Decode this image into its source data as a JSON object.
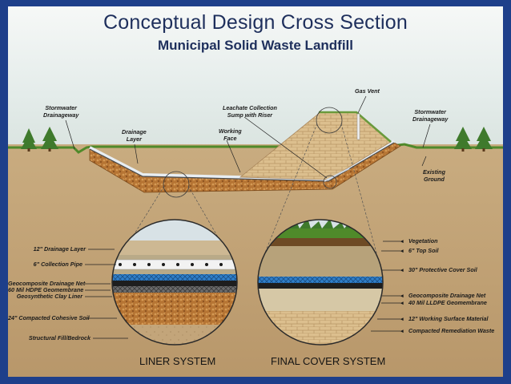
{
  "title": "Conceptual Design Cross Section",
  "subtitle": "Municipal Solid Waste Landfill",
  "top_labels": {
    "stormwater_left": "Stormwater\nDrainageway",
    "drainage_layer": "Drainage\nLayer",
    "leachate": "Leachate Collection\nSump with Riser",
    "working_face": "Working\nFace",
    "gas_vent": "Gas Vent",
    "stormwater_right": "Stormwater\nDrainageway",
    "existing_ground": "Existing\nGround"
  },
  "liner_system": {
    "caption": "LINER SYSTEM",
    "layers": [
      "12\" Drainage Layer",
      "6\" Collection Pipe",
      "Geocomposite Drainage Net",
      "60 Mil HDPE Geomembrane",
      "Geosynthetic Clay Liner",
      "24\" Compacted Cohesive Soil",
      "Structural Fill/Bedrock"
    ]
  },
  "final_cover_system": {
    "caption": "FINAL COVER SYSTEM",
    "layers": [
      "Vegetation",
      "6\" Top Soil",
      "30\" Protective Cover Soil",
      "Geocomposite Drainage Net",
      "40 Mil LLDPE Geomembrane",
      "12\" Working Surface Material",
      "Compacted Remediation Waste"
    ]
  },
  "colors": {
    "frame": "#1e3f8a",
    "sky_top": "#eef3f2",
    "grass": "#4f8a2a",
    "soil": "#c4a77a",
    "gravel": "#b87838",
    "geomembrane": "#2a2a2a",
    "drainage_net": "#2f7fc9",
    "waste": "#d9b98a"
  }
}
